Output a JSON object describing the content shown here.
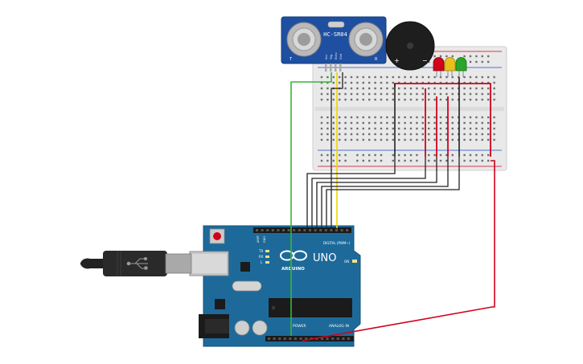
{
  "sensor": {
    "label": "HC-SR04",
    "pin_labels": [
      "Vcc",
      "Trig",
      "Echo",
      "Gnd"
    ],
    "side_left": "T",
    "side_right": "R"
  },
  "buzzer": {
    "plus": "+",
    "minus": "−"
  },
  "arduino": {
    "logo_word": "UNO",
    "brand": "ARDUINO",
    "tx": "TX",
    "rx": "RX",
    "l_led": "L",
    "on_led": "ON",
    "digital_header": "DIGITAL (PWM~)",
    "power_label": "POWER",
    "analog_label": "ANALOG IN",
    "aref": "AREF",
    "gnd": "GND"
  },
  "leds": [
    {
      "color_name": "red",
      "hex": "#d0021b"
    },
    {
      "color_name": "yellow",
      "hex": "#e8c21a"
    },
    {
      "color_name": "green",
      "hex": "#2aa52a"
    }
  ],
  "colors": {
    "board_blue": "#1d6a9a",
    "wire_red": "#d0021b",
    "wire_green": "#3bb33b",
    "wire_yellow": "#f2d600",
    "wire_black": "#222222",
    "sensor_blue": "#1f4fa0"
  }
}
